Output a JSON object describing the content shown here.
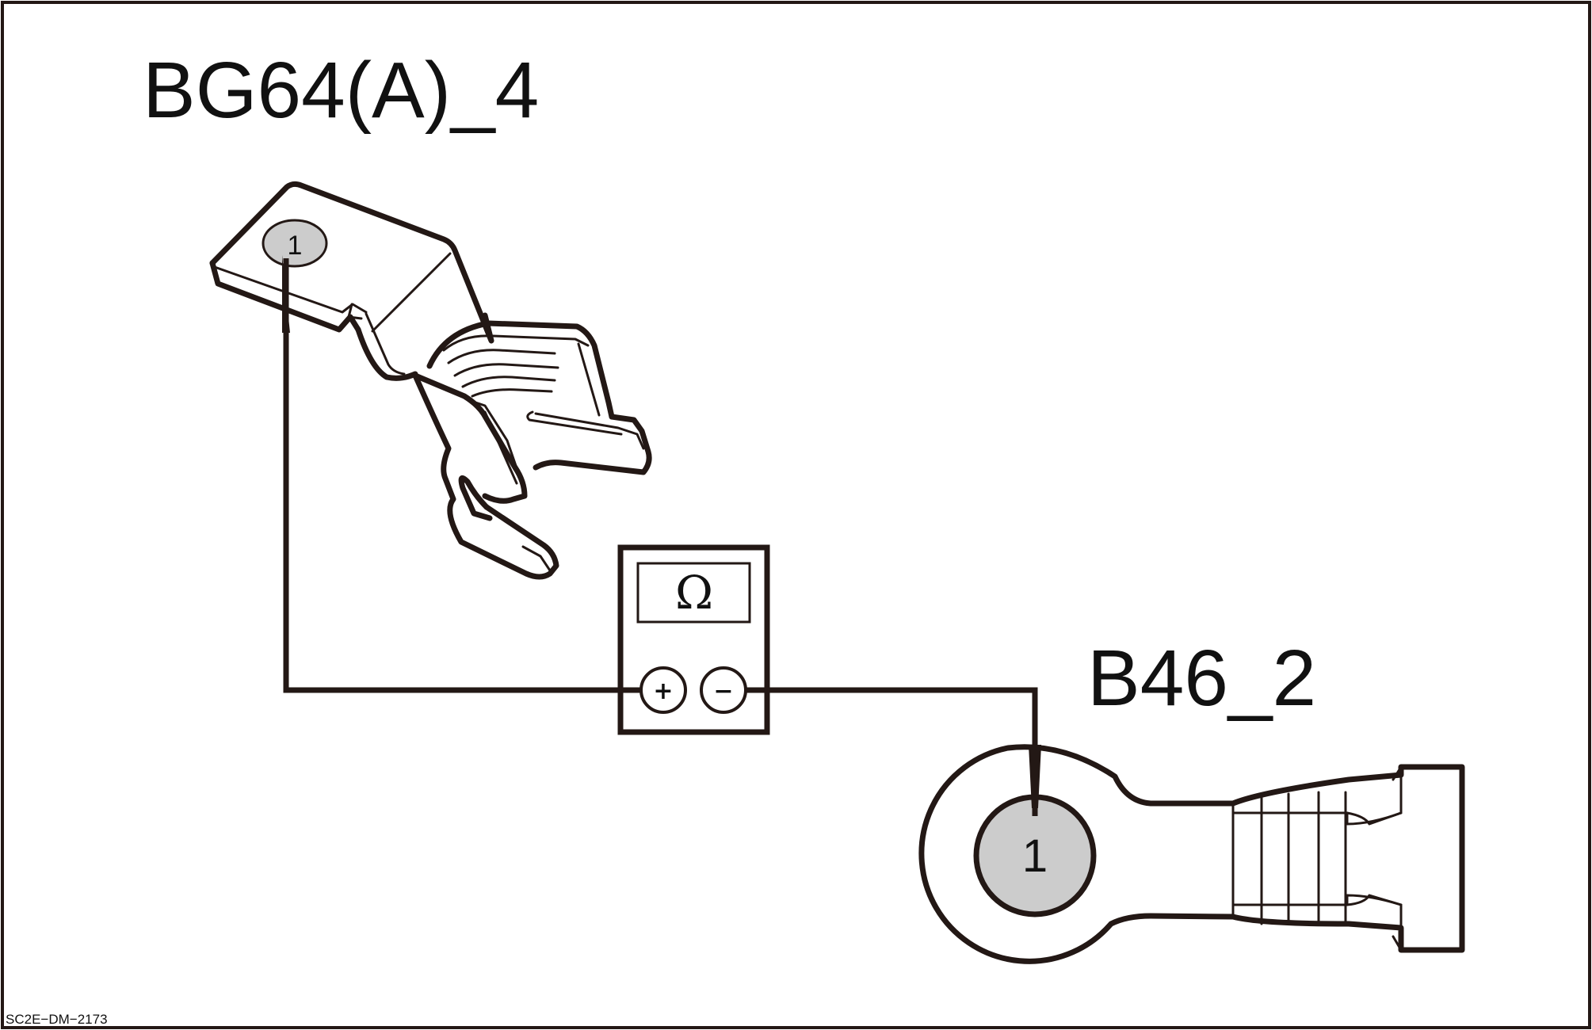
{
  "connectors": {
    "top": {
      "label": "BG64(A)_4",
      "pin": "1"
    },
    "bottom": {
      "label": "B46_2",
      "pin": "1"
    }
  },
  "meter": {
    "display_symbol": "Ω",
    "positive_terminal": "+",
    "negative_terminal": "−"
  },
  "figure_code": "SC2E−DM−2173",
  "colors": {
    "line": "#231815",
    "pin_fill": "#cccccc",
    "background": "#ffffff"
  }
}
